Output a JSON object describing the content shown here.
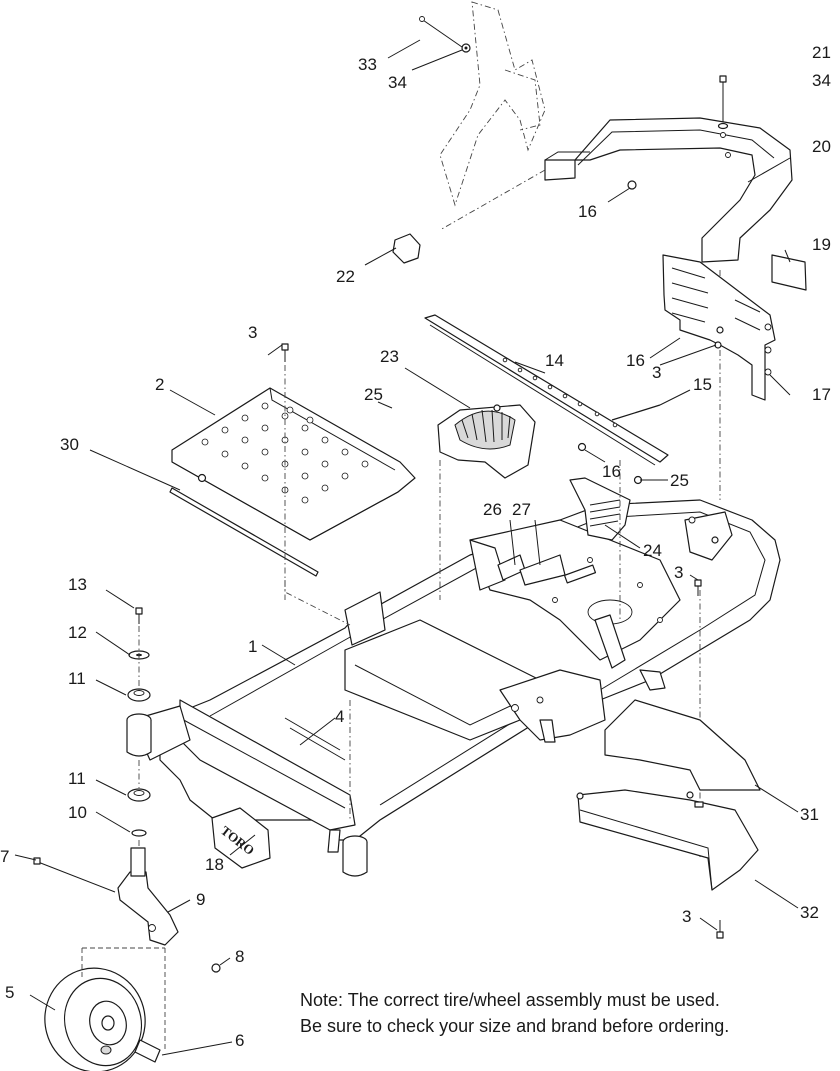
{
  "callouts": {
    "c1": "1",
    "c2": "2",
    "c3a": "3",
    "c3b": "3",
    "c3c": "3",
    "c3d": "3",
    "c4": "4",
    "c5": "5",
    "c6": "6",
    "c7": "7",
    "c8": "8",
    "c9": "9",
    "c10": "10",
    "c11a": "11",
    "c11b": "11",
    "c12": "12",
    "c13": "13",
    "c14": "14",
    "c15": "15",
    "c16a": "16",
    "c16b": "16",
    "c16c": "16",
    "c17": "17",
    "c18": "18",
    "c19": "19",
    "c20": "20",
    "c21": "21",
    "c22": "22",
    "c23": "23",
    "c24": "24",
    "c25a": "25",
    "c25b": "25",
    "c26": "26",
    "c27": "27",
    "c30": "30",
    "c31": "31",
    "c32": "32",
    "c33": "33",
    "c34a": "34",
    "c34b": "34"
  },
  "logo_text": "TORO",
  "note": {
    "line1": "Note: The correct tire/wheel assembly must be used.",
    "line2": "Be sure to check your size and brand before ordering."
  }
}
